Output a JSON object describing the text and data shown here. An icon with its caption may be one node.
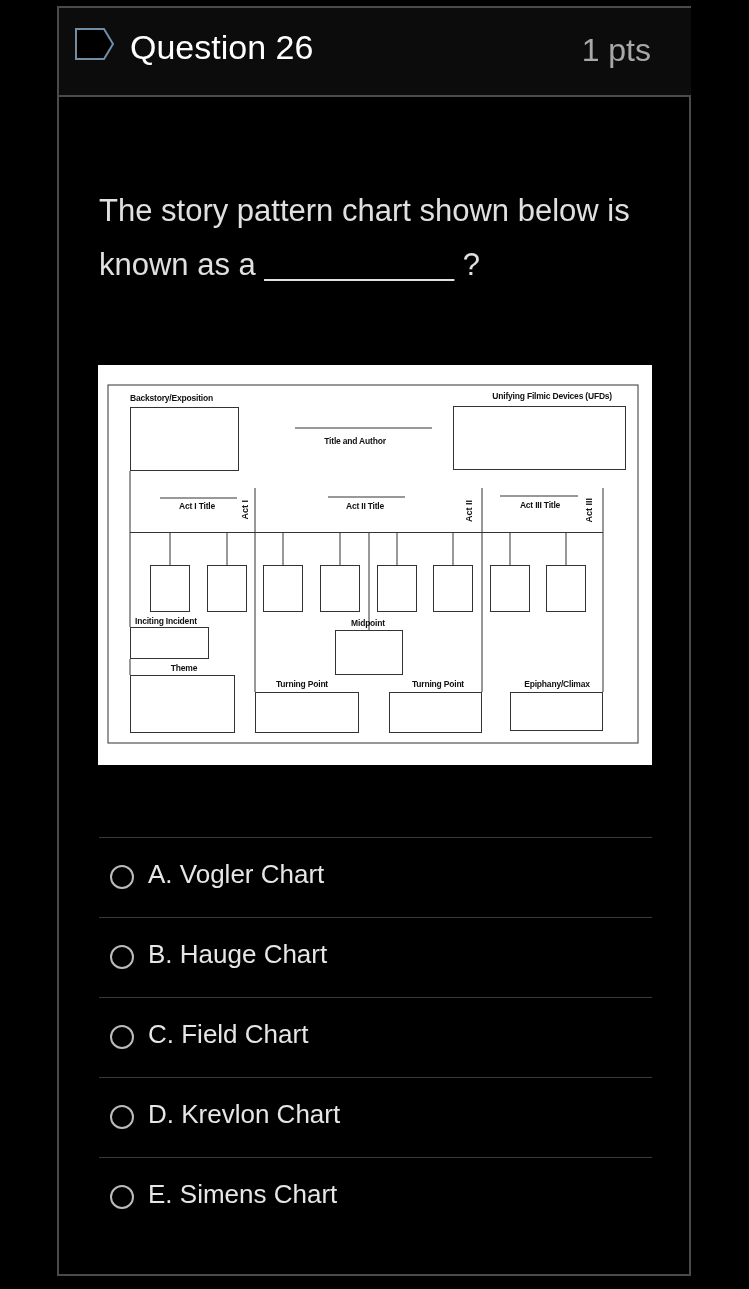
{
  "diagram": {
    "title": "Question 26",
    "nodes": [
      {
        "text": [
          "Backstory/Exposition"
        ]
      },
      {
        "text": [
          "Unifying Filmic Devices (UFDs)"
        ]
      },
      {
        "text": [],
        "shape": "box"
      },
      {
        "text": [],
        "shape": "box"
      },
      {
        "text": [],
        "shape": "box"
      },
      {
        "text": [],
        "shape": "box"
      },
      {
        "text": [],
        "shape": "box"
      },
      {
        "text": [],
        "shape": "box"
      },
      {
        "text": [],
        "shape": "box"
      },
      {
        "text": [],
        "shape": "box"
      },
      {
        "text": [
          "Inciting Incident"
        ]
      },
      {
        "text": [
          "Midpoint"
        ]
      },
      {
        "text": [
          "Theme"
        ]
      },
      {
        "text": [
          "Turning Point"
        ]
      },
      {
        "text": [
          "Turning Point"
        ]
      },
      {
        "text": [
          "Epiphany/Climax"
        ]
      },
      {
        "text": [],
        "shape": "bar"
      }
    ],
    "edges": [
      {
        "from": 16,
        "to": 2,
        "arrow": "none"
      },
      {
        "from": 16,
        "to": 3,
        "arrow": "none"
      },
      {
        "from": 16,
        "to": 4,
        "arrow": "none"
      },
      {
        "from": 16,
        "to": 5,
        "arrow": "none"
      },
      {
        "from": 16,
        "to": 6,
        "arrow": "none"
      },
      {
        "from": 16,
        "to": 7,
        "arrow": "none"
      },
      {
        "from": 16,
        "to": 8,
        "arrow": "none"
      },
      {
        "from": 16,
        "to": 9,
        "arrow": "none"
      },
      {
        "from": 16,
        "to": 11,
        "arrow": "none"
      },
      {
        "from": 0,
        "to": 10,
        "arrow": "none"
      },
      {
        "from": 10,
        "to": 12,
        "arrow": "none"
      },
      {
        "from": null,
        "to": 13,
        "arrow": "none"
      },
      {
        "from": null,
        "to": 14,
        "arrow": "none"
      },
      {
        "from": null,
        "to": 15,
        "arrow": "none"
      }
    ],
    "labels": [
      "1 pts",
      "The story pattern chart shown below is known as a ___________ ?",
      "Title and Author",
      "Act I Title",
      "Act I",
      "Act II Title",
      "Act II",
      "Act III Title",
      "Act III",
      "A. Vogler Chart",
      "B. Hauge Chart",
      "C. Field Chart",
      "D. Krevlon Chart",
      "E. Simens Chart"
    ]
  }
}
